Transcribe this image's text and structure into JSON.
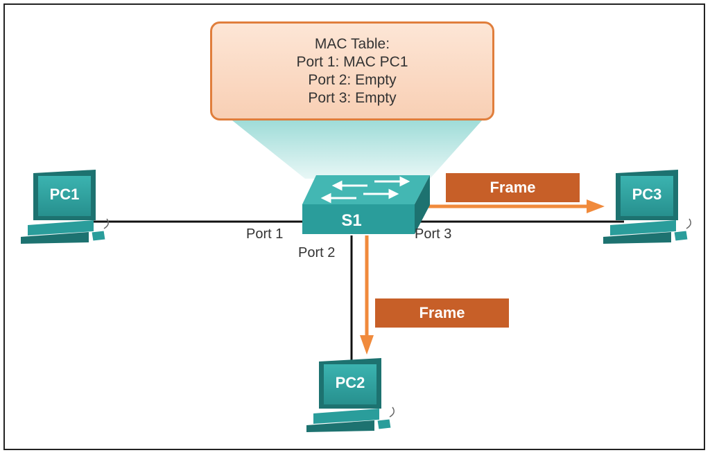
{
  "mac_table": {
    "title": "MAC Table:",
    "rows": [
      "Port 1: MAC PC1",
      "Port 2: Empty",
      "Port 3: Empty"
    ]
  },
  "switch": {
    "label": "S1"
  },
  "pcs": [
    {
      "label": "PC1"
    },
    {
      "label": "PC2"
    },
    {
      "label": "PC3"
    }
  ],
  "ports": [
    "Port 1",
    "Port 2",
    "Port 3"
  ],
  "frames": [
    "Frame",
    "Frame"
  ],
  "colors": {
    "device_teal": "#2a9d9b",
    "device_dark": "#1d7270",
    "frame_orange": "#c75f28",
    "arrow_orange": "#f08a3c",
    "mac_border": "#e07e3c",
    "beam": "#b8e6e3"
  }
}
